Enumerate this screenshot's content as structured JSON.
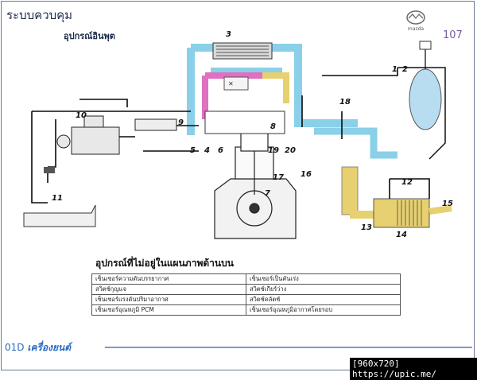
{
  "header": {
    "title": "ระบบควบคุม",
    "subtitle": "อุปกรณ์อินพุต",
    "page_number": "107",
    "logo_icon": "mazda-logo-icon",
    "logo_text": "mazda"
  },
  "diagram": {
    "callouts": [
      "1",
      "2",
      "3",
      "4",
      "5",
      "6",
      "7",
      "8",
      "9",
      "10",
      "11",
      "12",
      "13",
      "14",
      "15",
      "16",
      "17",
      "18",
      "19",
      "20"
    ],
    "colors": {
      "intake": "#8ad0e8",
      "exhaust": "#e6d070",
      "egr": "#e070c0",
      "hose": "#0a0a0a"
    }
  },
  "note": {
    "heading": "อุปกรณ์ที่ไม่อยู่ในแผนภาพด้านบน",
    "rows": [
      [
        "เซ็นเซอร์ความดันบรรยากาศ",
        "เซ็นเซอร์เป็นคันเร่ง"
      ],
      [
        "สวิตช์กุญแจ",
        "สวิตช์เกียร์ว่าง"
      ],
      [
        "เซ็นเซอร์แรงดันปริมาอากาศ",
        "สวิตช์คลัตช์"
      ],
      [
        "เซ็นเซอร์อุณหภูมิ PCM",
        "เซ็นเซอร์อุณหภูมิอากาศโดยรอบ"
      ]
    ]
  },
  "footer": {
    "code": "01D",
    "label": "เครื่องยนต์"
  },
  "watermark": "[960x720] https://upic.me/"
}
